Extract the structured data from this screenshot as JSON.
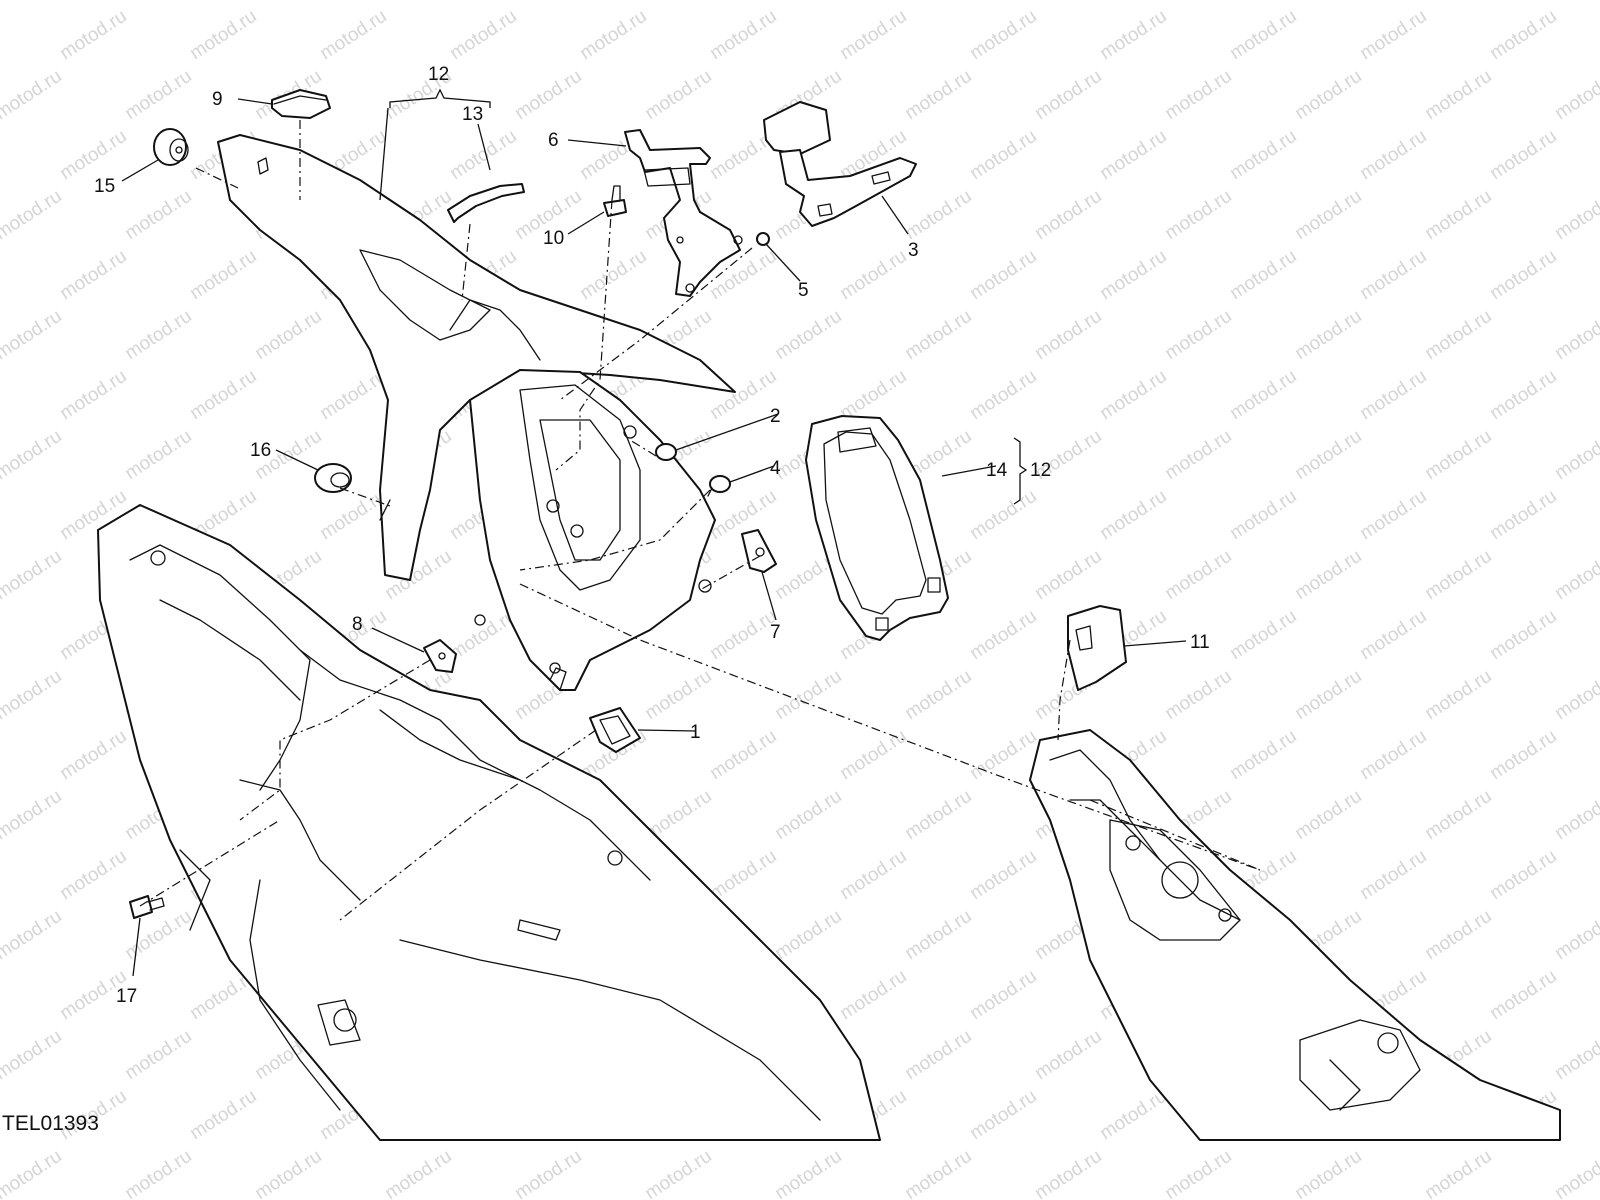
{
  "drawing_code": "TEL01393",
  "watermark_text": "motod.ru",
  "callouts": [
    "1",
    "2",
    "3",
    "4",
    "5",
    "6",
    "7",
    "8",
    "9",
    "10",
    "11",
    "12",
    "13",
    "14",
    "15",
    "16",
    "17",
    "12"
  ],
  "colors": {
    "line": "#111111",
    "watermark": "#b4b4b4",
    "background": "#ffffff"
  }
}
